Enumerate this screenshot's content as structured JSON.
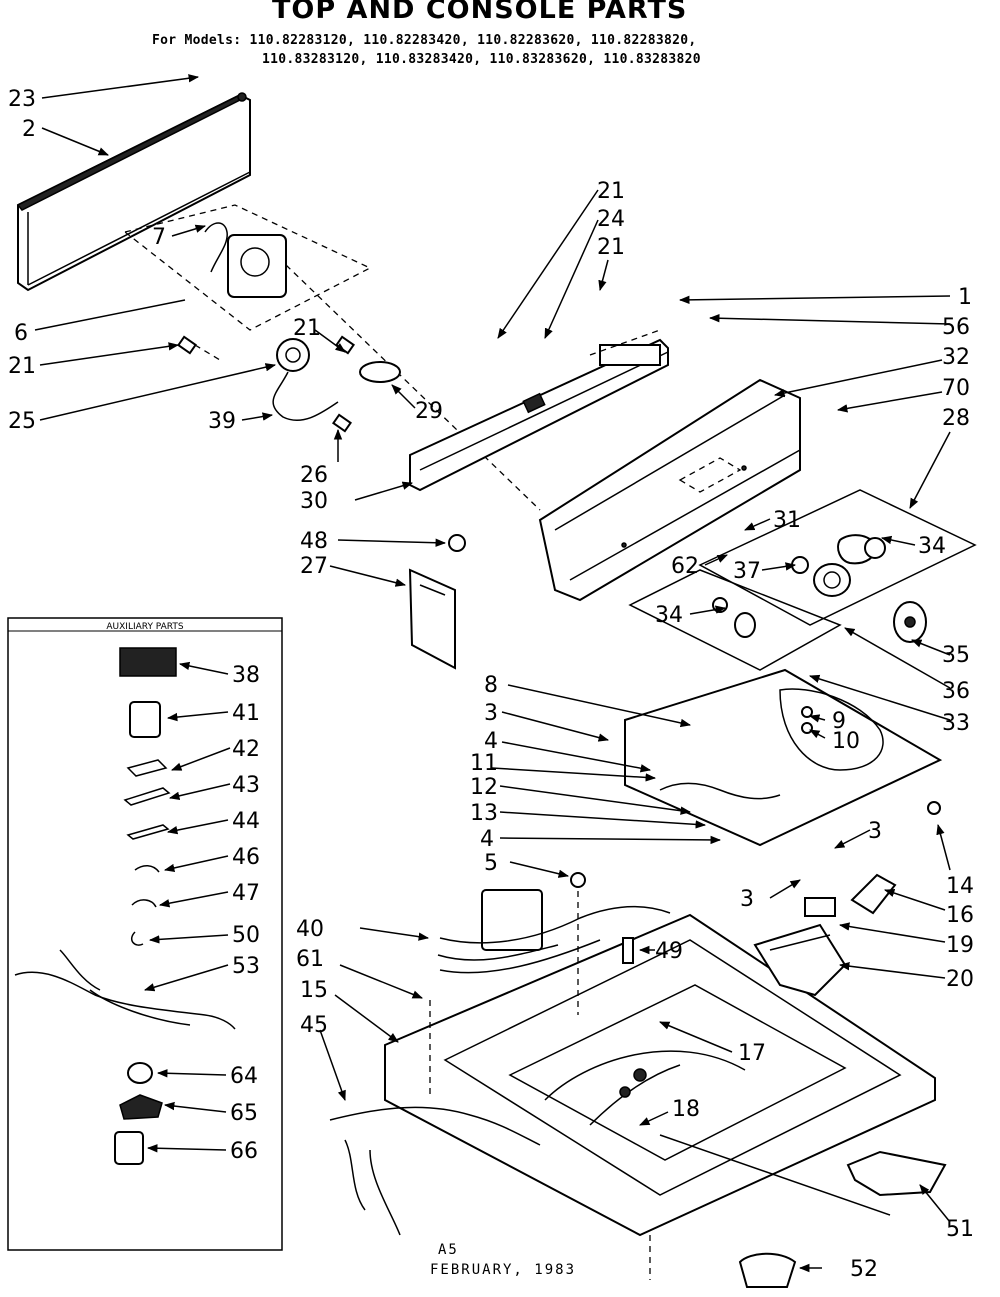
{
  "title": "TOP AND CONSOLE PARTS",
  "models_line1": "For Models: 110.82283120, 110.82283420, 110.82283620, 110.82283820,",
  "models_line2": "110.83283120, 110.83283420, 110.83283620, 110.83283820",
  "auxiliary_header": "AUXILIARY PARTS",
  "callouts": [
    "23",
    "2",
    "7",
    "6",
    "21",
    "25",
    "39",
    "21",
    "29",
    "26",
    "30",
    "21",
    "24",
    "21",
    "1",
    "56",
    "32",
    "70",
    "28",
    "31",
    "34",
    "37",
    "62",
    "34",
    "35",
    "36",
    "33",
    "48",
    "27",
    "38",
    "41",
    "42",
    "43",
    "44",
    "46",
    "47",
    "50",
    "53",
    "64",
    "65",
    "66",
    "8",
    "3",
    "9",
    "4",
    "10",
    "11",
    "12",
    "13",
    "4",
    "3",
    "14",
    "3",
    "16",
    "19",
    "5",
    "40",
    "49",
    "20",
    "61",
    "15",
    "17",
    "45",
    "18",
    "51",
    "52"
  ],
  "footer_code": "A5",
  "footer_date": "FEBRUARY, 1983"
}
